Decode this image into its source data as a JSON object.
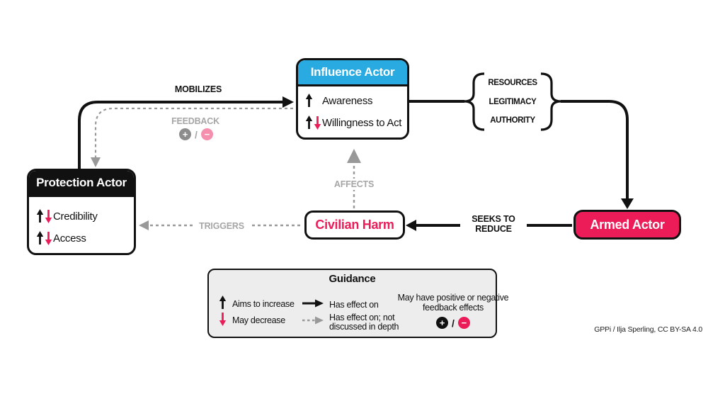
{
  "nodes": {
    "influence": {
      "title": "Influence Actor",
      "header_color": "#29ABE2",
      "items": [
        {
          "icons": "up-arrow",
          "label": "Awareness"
        },
        {
          "icons": "up-down-arrow",
          "label": "Willingness to Act"
        }
      ]
    },
    "protection": {
      "title": "Protection Actor",
      "header_color": "#000000",
      "items": [
        {
          "icons": "up-down-arrow",
          "label": "Credibility"
        },
        {
          "icons": "up-down-arrow",
          "label": "Access"
        }
      ]
    },
    "armed": {
      "title": "Armed Actor",
      "fill_color": "#EC1C58"
    },
    "civilian": {
      "title": "Civilian Harm",
      "text_color": "#EC1C58"
    }
  },
  "edges": {
    "mobilizes": {
      "label": "MOBILIZES",
      "style": "solid"
    },
    "feedback": {
      "label": "FEEDBACK",
      "style": "dashed",
      "plus": "+",
      "slash": "/",
      "minus": "−"
    },
    "bracket": {
      "items": [
        "RESOURCES",
        "LEGITIMACY",
        "AUTHORITY"
      ]
    },
    "affects": {
      "label": "AFFECTS",
      "style": "dashed"
    },
    "triggers": {
      "label": "TRIGGERS",
      "style": "dashed"
    },
    "seeks_to_reduce": {
      "line1": "SEEKS TO",
      "line2": "REDUCE",
      "style": "solid"
    }
  },
  "legend": {
    "title": "Guidance",
    "aims_to_increase": "Aims to increase",
    "may_decrease": "May decrease",
    "has_effect_on": "Has effect on",
    "has_effect_dashed": "Has effect on; not discussed in depth",
    "feedback_note": "May have positive or negative feedback effects",
    "plus": "+",
    "slash": "/",
    "minus": "−"
  },
  "attribution": "GPPi / Ilja Sperling, CC BY-SA 4.0",
  "colors": {
    "blue": "#29ABE2",
    "pink": "#EC1C58",
    "light_pink": "#F48FAD",
    "gray_line": "#999999",
    "gray_label": "#A6A6A6",
    "legend_bg": "#EDEDED"
  }
}
